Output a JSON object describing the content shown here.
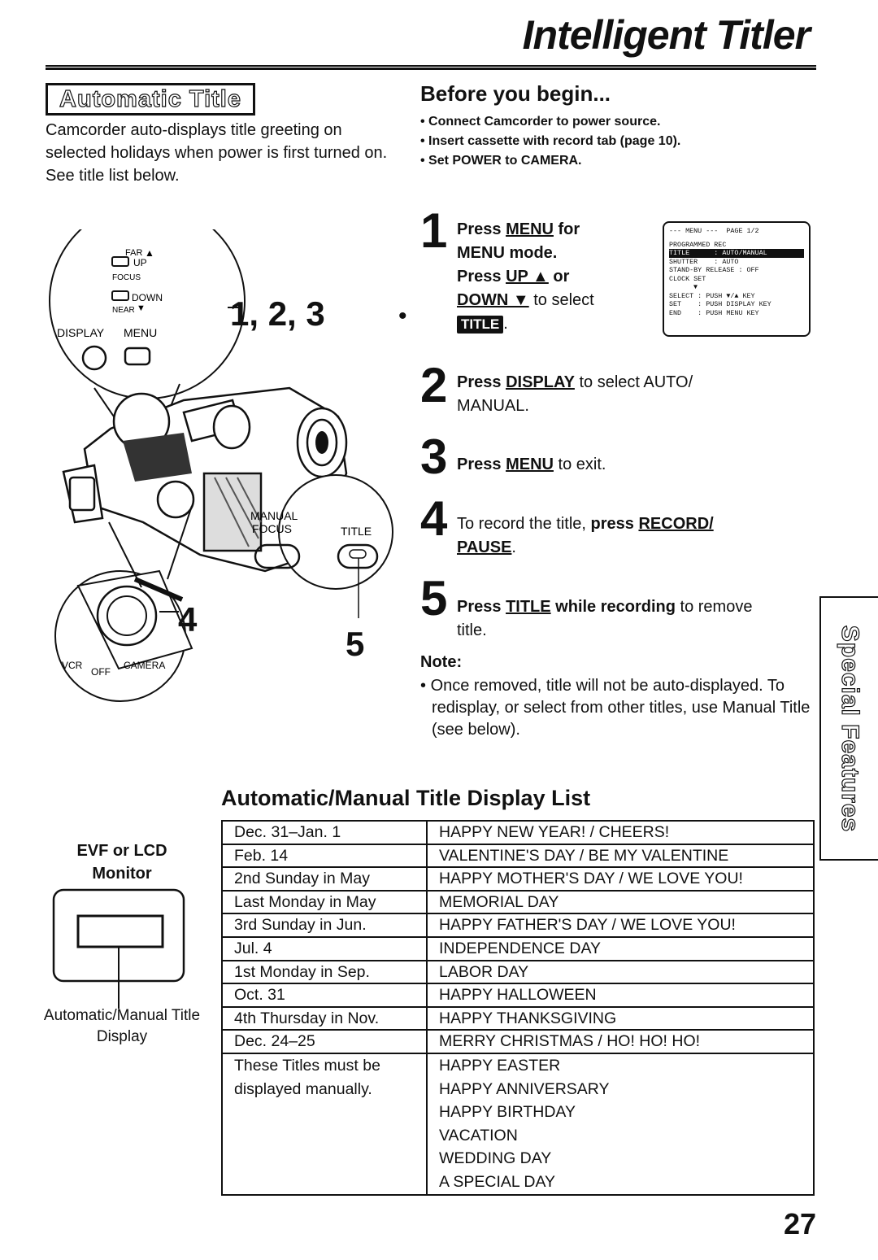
{
  "header": {
    "title": "Intelligent Titler"
  },
  "section": {
    "heading": "Automatic Title",
    "intro": "Camcorder auto-displays title greeting on selected holidays when power is first turned on. See title list below."
  },
  "before_begin": {
    "heading": "Before you begin...",
    "items": [
      "Connect Camcorder to power source.",
      "Insert cassette with record tab (page 10).",
      "Set POWER to CAMERA."
    ]
  },
  "steps": {
    "s1": {
      "num": "1",
      "press": "Press ",
      "menu": "MENU",
      "for": " for",
      "mode": "MENU mode.",
      "press2": "Press ",
      "up": "UP ▲",
      "or": " or",
      "down": "DOWN ▼",
      "to_select": " to select",
      "chip": "TITLE"
    },
    "s2": {
      "num": "2",
      "press": "Press ",
      "display": "DISPLAY",
      "rest": " to select AUTO/",
      "rest2": "MANUAL."
    },
    "s3": {
      "num": "3",
      "press": "Press ",
      "menu": "MENU",
      "rest": " to exit."
    },
    "s4": {
      "num": "4",
      "pre": "To record the title, ",
      "press": "press ",
      "record": "RECORD/",
      "pause": "PAUSE",
      "end": "."
    },
    "s5": {
      "num": "5",
      "press": "Press ",
      "title": "TITLE",
      "while": " while recording",
      "rest": " to remove",
      "rest2": "title."
    }
  },
  "osd": {
    "header": "--- MENU ---  PAGE 1/2",
    "rows": [
      "PROGRAMMED REC",
      "TITLE      : AUTO/MANUAL",
      "SHUTTER    : AUTO",
      "STAND-BY RELEASE : OFF",
      "CLOCK SET"
    ],
    "arrow": "▼",
    "footer": [
      "SELECT : PUSH ▼/▲ KEY",
      "SET    : PUSH DISPLAY KEY",
      "END    : PUSH MENU KEY"
    ]
  },
  "illustration": {
    "far": "FAR",
    "up": "UP",
    "focus": "FOCUS",
    "down": "DOWN",
    "near": "NEAR",
    "display": "DISPLAY",
    "menu": "MENU",
    "manual": "MANUAL",
    "manual_focus": "FOCUS",
    "title_btn": "TITLE",
    "vcr": "VCR",
    "off": "OFF",
    "camera": "CAMERA",
    "callout_123": "1, 2, 3",
    "callout_4": "4",
    "callout_5": "5"
  },
  "note": {
    "heading": "Note:",
    "body": "Once removed, title will not be auto-displayed. To redisplay, or select from other titles, use Manual Title (see below)."
  },
  "display_list": {
    "title": "Automatic/Manual Title Display List",
    "rows": [
      {
        "date": "Dec. 31–Jan. 1",
        "title": "HAPPY NEW YEAR! / CHEERS!"
      },
      {
        "date": "Feb. 14",
        "title": "VALENTINE'S DAY / BE MY VALENTINE"
      },
      {
        "date": "2nd Sunday in May",
        "title": "HAPPY MOTHER'S DAY / WE LOVE YOU!"
      },
      {
        "date": "Last Monday in May",
        "title": "MEMORIAL DAY"
      },
      {
        "date": "3rd Sunday in Jun.",
        "title": "HAPPY FATHER'S DAY / WE LOVE YOU!"
      },
      {
        "date": "Jul. 4",
        "title": "INDEPENDENCE DAY"
      },
      {
        "date": "1st Monday in Sep.",
        "title": "LABOR DAY"
      },
      {
        "date": "Oct. 31",
        "title": "HAPPY HALLOWEEN"
      },
      {
        "date": "4th Thursday in Nov.",
        "title": "HAPPY THANKSGIVING"
      },
      {
        "date": "Dec. 24–25",
        "title": "MERRY CHRISTMAS / HO! HO! HO!"
      }
    ],
    "manual_note": "These Titles must be displayed manually.",
    "manual_titles": [
      "HAPPY EASTER",
      "HAPPY ANNIVERSARY",
      "HAPPY BIRTHDAY",
      "VACATION",
      "WEDDING DAY",
      "A SPECIAL DAY"
    ]
  },
  "evf": {
    "label": "EVF or LCD Monitor",
    "caption": "Automatic/Manual Title Display"
  },
  "side_tab": {
    "text": "Special Features"
  },
  "page_number": "27"
}
